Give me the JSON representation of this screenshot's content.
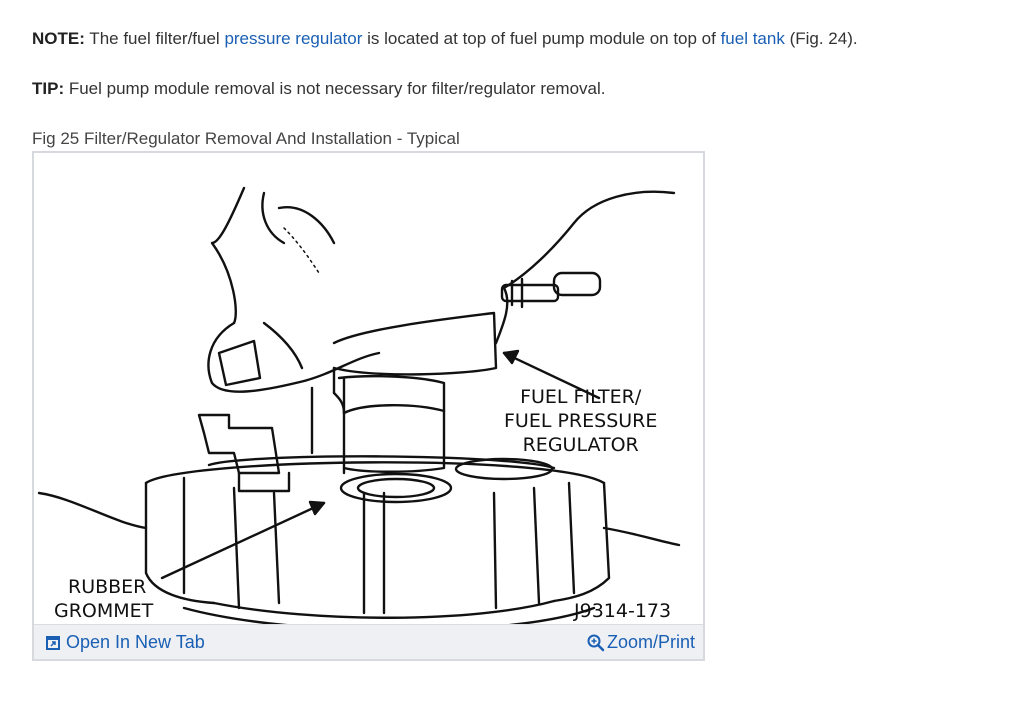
{
  "note": {
    "label": "NOTE:",
    "text_1": " The fuel filter/fuel ",
    "link_1": "pressure regulator",
    "text_2": " is located at top of fuel pump module on top of ",
    "link_2": "fuel tank",
    "text_3": " (Fig. 24)."
  },
  "tip": {
    "label": "TIP:",
    "text": " Fuel pump module removal is not necessary for filter/regulator removal."
  },
  "figure": {
    "caption": "Fig 25 Filter/Regulator Removal And Installation - Typical",
    "label_filter_1": "FUEL FILTER/",
    "label_filter_2": "FUEL PRESSURE",
    "label_filter_3": "REGULATOR",
    "label_grommet_1": "RUBBER",
    "label_grommet_2": "GROMMET",
    "ref_code": "J9314-173"
  },
  "footer": {
    "open_tab": "Open In New Tab",
    "zoom": "Zoom/Print"
  },
  "colors": {
    "link": "#1a5fb4",
    "footer_bg": "#eef0f4"
  }
}
